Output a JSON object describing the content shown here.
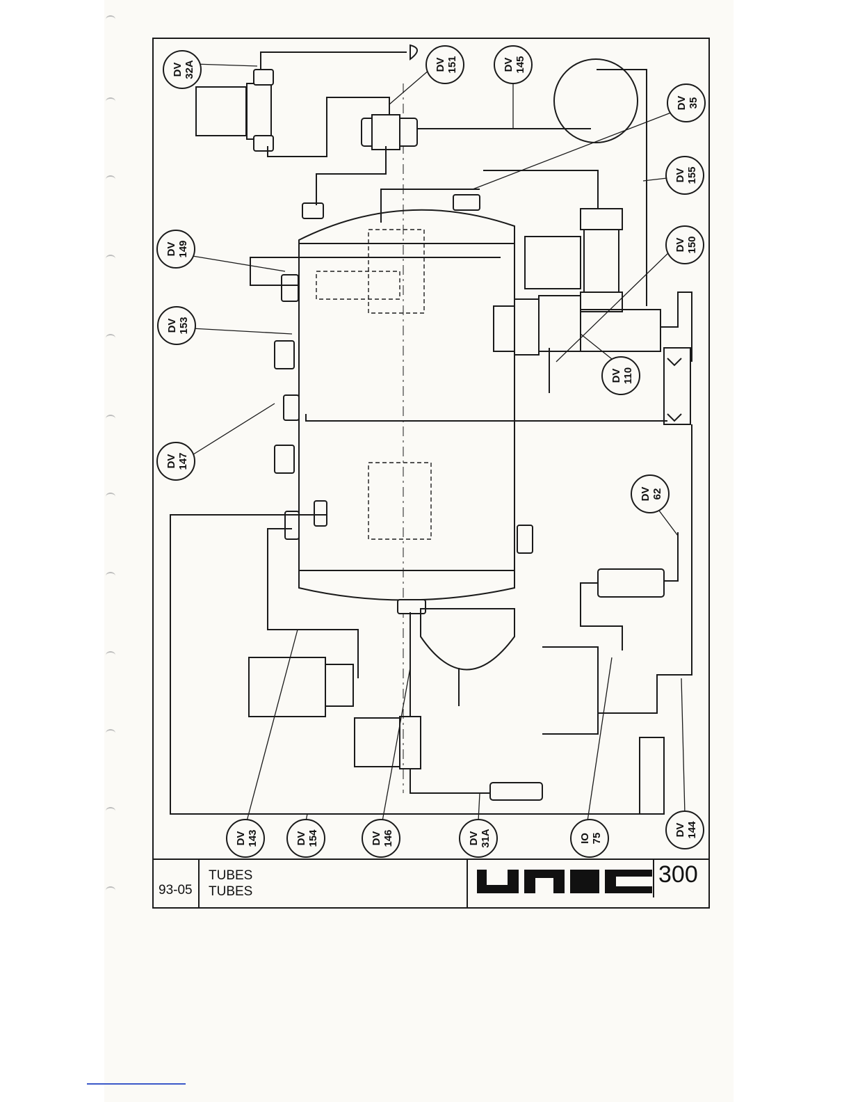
{
  "title_block": {
    "code": "93-05",
    "title_line1": "TUBES",
    "title_line2": "TUBES",
    "logo_text": "UNIC",
    "model": "300"
  },
  "callouts": [
    {
      "id": "dv32a",
      "line1": "DV",
      "line2": "32A"
    },
    {
      "id": "dv151",
      "line1": "DV",
      "line2": "151"
    },
    {
      "id": "dv145",
      "line1": "DV",
      "line2": "145"
    },
    {
      "id": "dv35",
      "line1": "DV",
      "line2": "35"
    },
    {
      "id": "dv155",
      "line1": "DV",
      "line2": "155"
    },
    {
      "id": "dv149",
      "line1": "DV",
      "line2": "149"
    },
    {
      "id": "dv150",
      "line1": "DV",
      "line2": "150"
    },
    {
      "id": "dv153",
      "line1": "DV",
      "line2": "153"
    },
    {
      "id": "dv110",
      "line1": "DV",
      "line2": "110"
    },
    {
      "id": "dv147",
      "line1": "DV",
      "line2": "147"
    },
    {
      "id": "dv62",
      "line1": "DV",
      "line2": "62"
    },
    {
      "id": "dv143",
      "line1": "DV",
      "line2": "143"
    },
    {
      "id": "dv154",
      "line1": "DV",
      "line2": "154"
    },
    {
      "id": "dv146",
      "line1": "DV",
      "line2": "146"
    },
    {
      "id": "dv31a",
      "line1": "DV",
      "line2": "31A"
    },
    {
      "id": "io75",
      "line1": "IO",
      "line2": "75"
    },
    {
      "id": "dv144",
      "line1": "DV",
      "line2": "144"
    }
  ]
}
